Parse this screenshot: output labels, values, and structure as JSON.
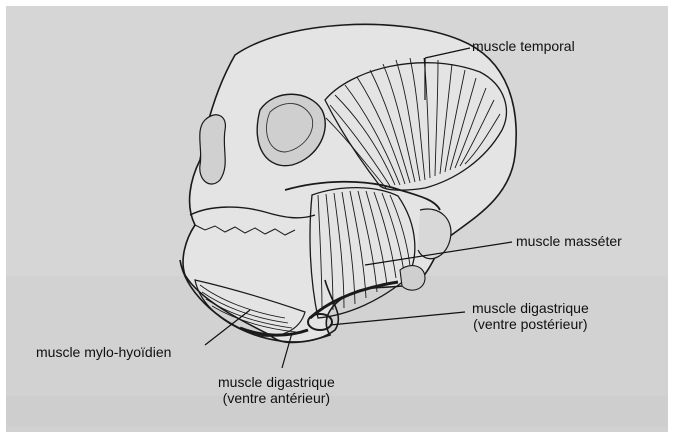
{
  "diagram": {
    "labels": {
      "temporal": "muscle temporal",
      "masseter": "muscle masséter",
      "digastrique_posterieur_line1": "muscle digastrique",
      "digastrique_posterieur_line2": "(ventre postérieur)",
      "mylo_hyoidien": "muscle mylo-hyoïdien",
      "digastrique_anterieur_line1": "muscle digastrique",
      "digastrique_anterieur_line2": "(ventre antérieur)"
    },
    "colors": {
      "background": "#d6d6d6",
      "ink": "#1a1a1a",
      "skull_fill": "#e4e4e4"
    }
  }
}
